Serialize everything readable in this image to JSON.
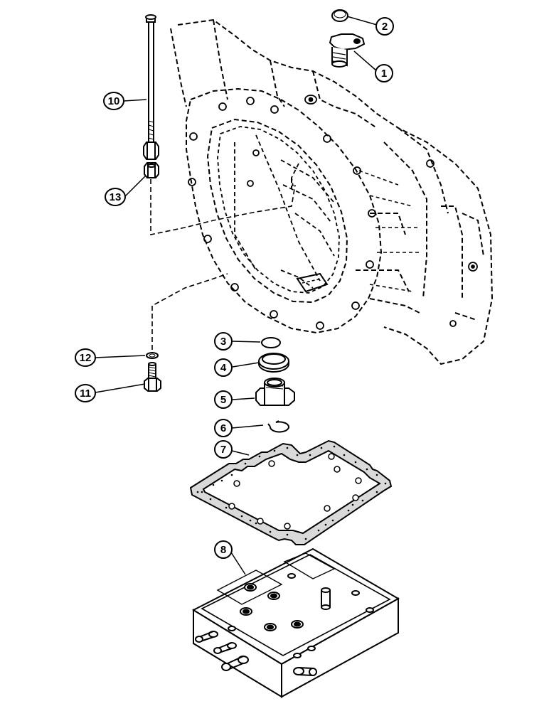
{
  "diagram": {
    "callouts": [
      {
        "id": "1",
        "label": "1"
      },
      {
        "id": "2",
        "label": "2"
      },
      {
        "id": "3",
        "label": "3"
      },
      {
        "id": "4",
        "label": "4"
      },
      {
        "id": "5",
        "label": "5"
      },
      {
        "id": "6",
        "label": "6"
      },
      {
        "id": "7",
        "label": "7"
      },
      {
        "id": "8",
        "label": "8"
      },
      {
        "id": "10",
        "label": "10"
      },
      {
        "id": "11",
        "label": "11"
      },
      {
        "id": "12",
        "label": "12"
      },
      {
        "id": "13",
        "label": "13"
      }
    ],
    "parts": {
      "1": "flanged-plug",
      "2": "cap",
      "3": "o-ring",
      "4": "seal-ring",
      "5": "adapter-fitting",
      "6": "retaining-ring",
      "7": "gasket",
      "8": "valve-body",
      "10": "stud-rod",
      "11": "cap-screw",
      "12": "washer",
      "13": "nut"
    },
    "colors": {
      "ink": "#000000",
      "paper": "#ffffff"
    }
  }
}
